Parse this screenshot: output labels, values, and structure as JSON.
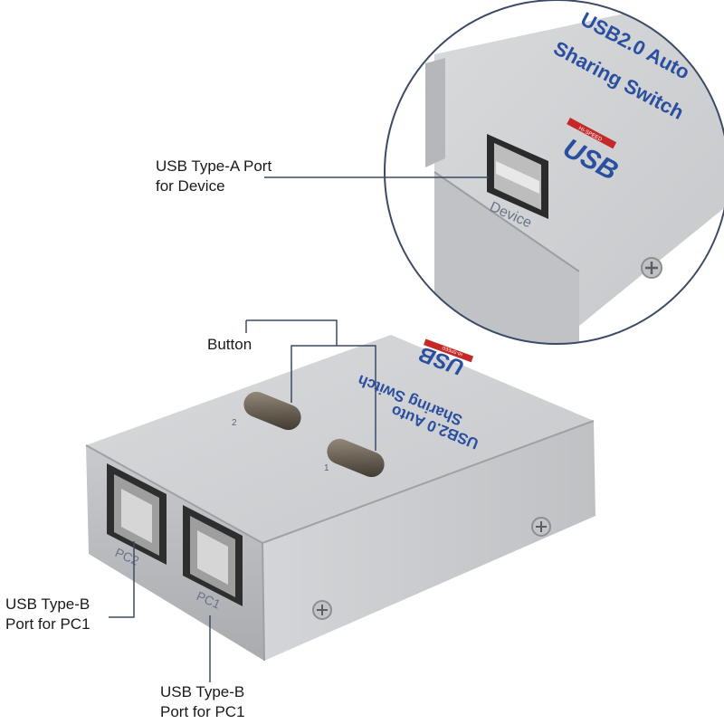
{
  "device": {
    "top_text_line1": "USB2.0 Auto",
    "top_text_line2": "Sharing Switch",
    "logo_text": "USB",
    "logo_sub": "HI-SPEED",
    "port_pc1": "PC1",
    "port_pc2": "PC2",
    "button1_mark": "1",
    "button2_mark": "2"
  },
  "zoom": {
    "text_line1": "USB2.0 Auto",
    "text_line2": "Sharing Switch",
    "logo_text": "USB",
    "logo_sub": "HI-SPEED",
    "port_label": "Device"
  },
  "callouts": {
    "type_a_line1": "USB Type-A Port",
    "type_a_line2": "for Device",
    "button": "Button",
    "left_b_line1": "USB Type-B",
    "left_b_line2": "Port for PC1",
    "bottom_b_line1": "USB Type-B",
    "bottom_b_line2": "Port for PC1"
  },
  "colors": {
    "callout_line": "#3b4a66",
    "brand_blue": "#2a4fa0"
  }
}
